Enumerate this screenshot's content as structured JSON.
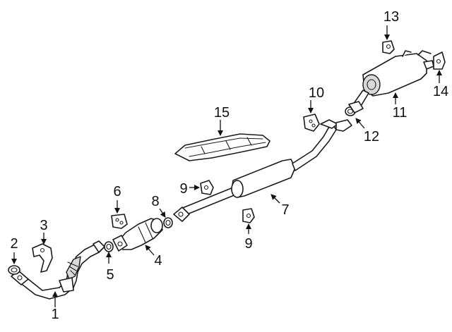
{
  "callouts": [
    {
      "id": "1",
      "label": "1"
    },
    {
      "id": "2",
      "label": "2"
    },
    {
      "id": "3",
      "label": "3"
    },
    {
      "id": "4",
      "label": "4"
    },
    {
      "id": "5",
      "label": "5"
    },
    {
      "id": "6",
      "label": "6"
    },
    {
      "id": "7",
      "label": "7"
    },
    {
      "id": "8",
      "label": "8"
    },
    {
      "id": "9a",
      "label": "9"
    },
    {
      "id": "9b",
      "label": "9"
    },
    {
      "id": "10",
      "label": "10"
    },
    {
      "id": "11",
      "label": "11"
    },
    {
      "id": "12",
      "label": "12"
    },
    {
      "id": "13",
      "label": "13"
    },
    {
      "id": "14",
      "label": "14"
    },
    {
      "id": "15",
      "label": "15"
    }
  ]
}
